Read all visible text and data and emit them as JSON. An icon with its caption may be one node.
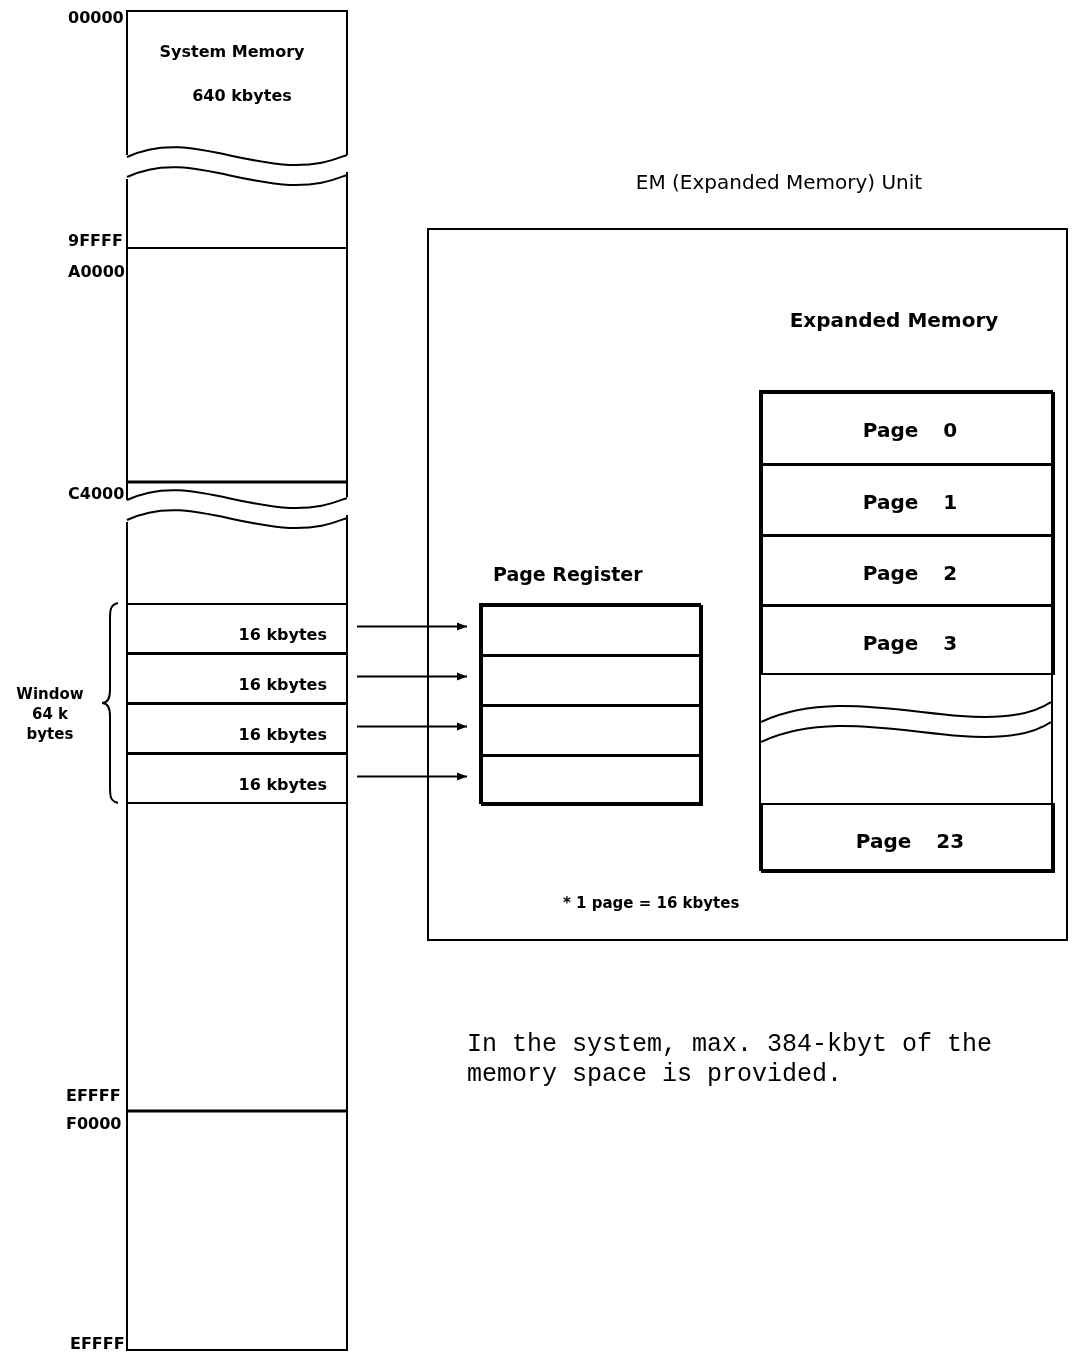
{
  "diagram": {
    "nodes": [
      {
        "text": [
          "System Memory",
          "640 kbytes"
        ]
      },
      {
        "text": [
          "16 kbytes"
        ]
      },
      {
        "text": [
          "16 kbytes"
        ]
      },
      {
        "text": [
          "16 kbytes"
        ]
      },
      {
        "text": [
          "16 kbytes"
        ]
      },
      {
        "text": [
          "EM (Expanded Memory) Unit"
        ]
      },
      {
        "text": [
          "Page Register"
        ],
        "in": 5
      },
      {
        "text": [],
        "shape": "box",
        "in": 6
      },
      {
        "text": [],
        "shape": "box",
        "in": 6
      },
      {
        "text": [],
        "shape": "box",
        "in": 6
      },
      {
        "text": [],
        "shape": "box",
        "in": 6
      },
      {
        "text": [
          "Expanded Memory"
        ],
        "in": 5
      },
      {
        "text": [
          "Page 0"
        ],
        "in": 11
      },
      {
        "text": [
          "Page 1"
        ],
        "in": 11
      },
      {
        "text": [
          "Page 2"
        ],
        "in": 11
      },
      {
        "text": [
          "Page 3"
        ],
        "in": 11
      },
      {
        "text": [
          "Page 23"
        ],
        "in": 11
      }
    ],
    "edges": [
      {
        "from": 1,
        "to": 7,
        "arrow": "to"
      },
      {
        "from": 2,
        "to": 8,
        "arrow": "to"
      },
      {
        "from": 3,
        "to": 9,
        "arrow": "to"
      },
      {
        "from": 4,
        "to": 10,
        "arrow": "to"
      }
    ],
    "labels": [
      "00000",
      "9FFFF",
      "A0000",
      "C4000",
      "Window 64 k bytes",
      "* 1 page = 16 kbytes",
      "EFFFF",
      "F0000",
      "In the system, max. 384-kbyt of the memory space is provided.",
      "EFFFF"
    ]
  }
}
